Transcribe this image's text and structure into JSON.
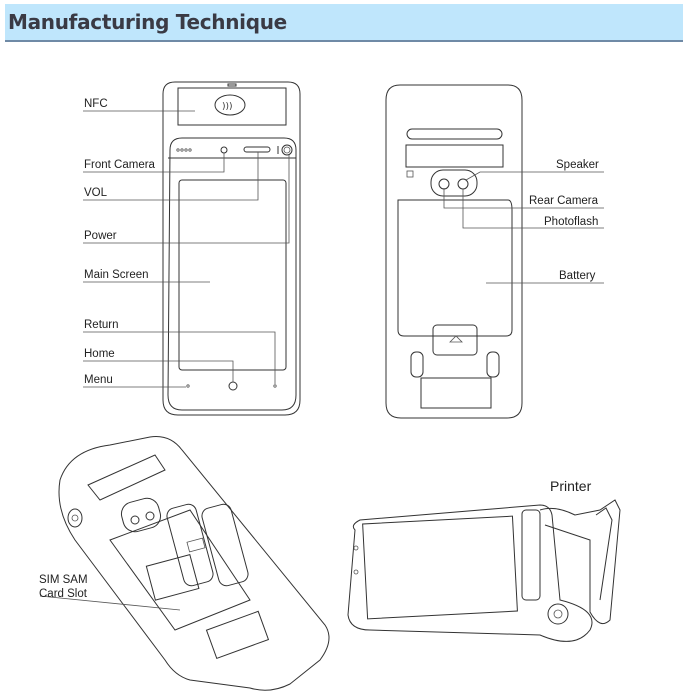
{
  "header": {
    "title": "Manufacturing Technique"
  },
  "front_view": {
    "labels": {
      "nfc": "NFC",
      "front_camera": "Front Camera",
      "vol": "VOL",
      "power": "Power",
      "main_screen": "Main Screen",
      "return": "Return",
      "home": "Home",
      "menu": "Menu"
    }
  },
  "back_view": {
    "labels": {
      "speaker": "Speaker",
      "rear_camera": "Rear Camera",
      "photoflash": "Photoflash",
      "battery": "Battery"
    }
  },
  "open_back_view": {
    "labels": {
      "sim_sam_line1": "SIM SAM",
      "sim_sam_line2": "Card Slot"
    }
  },
  "side_view": {
    "labels": {
      "printer": "Printer"
    }
  }
}
